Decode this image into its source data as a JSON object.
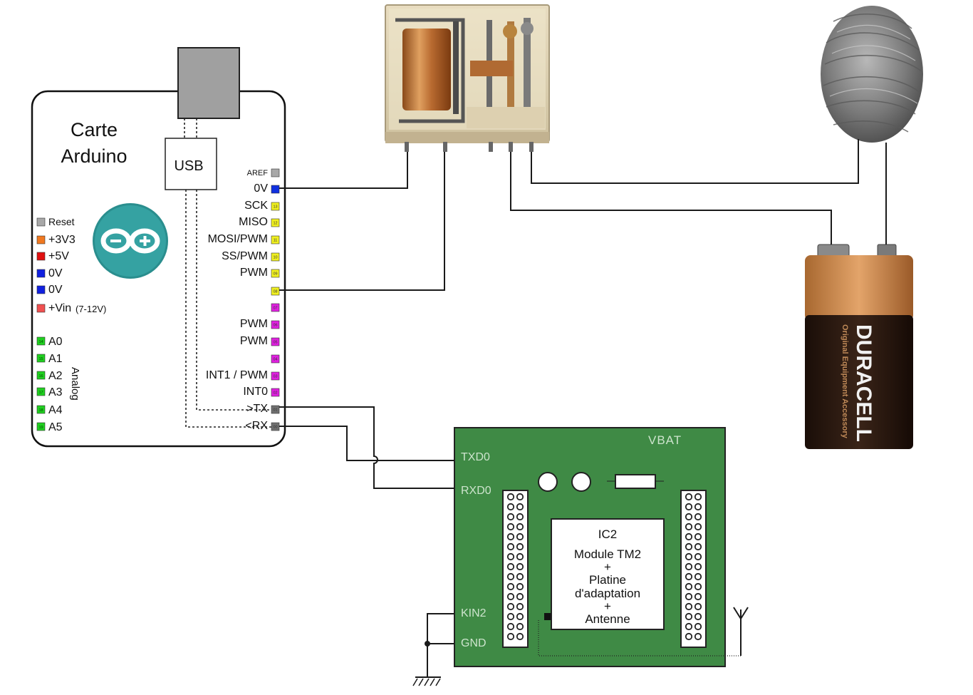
{
  "arduino": {
    "title_line1": "Carte",
    "title_line2": "Arduino",
    "usb_label": "USB",
    "analog_label": "Analog",
    "left_pins": [
      {
        "label": "Reset",
        "color": "#a8a8a8"
      },
      {
        "label": "+3V3",
        "color": "#f07820"
      },
      {
        "label": "+5V",
        "color": "#e01010"
      },
      {
        "label": "0V",
        "color": "#1020e0"
      },
      {
        "label": "0V",
        "color": "#1020e0"
      },
      {
        "label": "+Vin",
        "sub": "(7-12V)",
        "color": "#f05050"
      }
    ],
    "analog_pins": [
      {
        "num": "14",
        "label": "A0"
      },
      {
        "num": "15",
        "label": "A1"
      },
      {
        "num": "16",
        "label": "A2"
      },
      {
        "num": "17",
        "label": "A3"
      },
      {
        "num": "18",
        "label": "A4"
      },
      {
        "num": "19",
        "label": "A5"
      }
    ],
    "right_pins": [
      {
        "label": "AREF",
        "num": "",
        "color": "#a8a8a8"
      },
      {
        "label": "0V",
        "num": "",
        "color": "#1030e0"
      },
      {
        "label": "SCK",
        "num": "13",
        "color": "#f0f020"
      },
      {
        "label": "MISO",
        "num": "12",
        "color": "#f0f020"
      },
      {
        "label": "MOSI/PWM",
        "num": "11",
        "color": "#f0f020"
      },
      {
        "label": "SS/PWM",
        "num": "10",
        "color": "#f0f020"
      },
      {
        "label": "PWM",
        "num": "09",
        "color": "#f0f020"
      },
      {
        "label": "",
        "num": "08",
        "color": "#f0f020"
      },
      {
        "label": "",
        "num": "07",
        "color": "#e020e0"
      },
      {
        "label": "PWM",
        "num": "06",
        "color": "#e020e0"
      },
      {
        "label": "PWM",
        "num": "05",
        "color": "#e020e0"
      },
      {
        "label": "",
        "num": "04",
        "color": "#e020e0"
      },
      {
        "label": "INT1 / PWM",
        "num": "03",
        "color": "#e020e0"
      },
      {
        "label": "INT0",
        "num": "02",
        "color": "#e020e0"
      },
      {
        "label": ">TX",
        "num": "01",
        "color": "#707070"
      },
      {
        "label": "<RX",
        "num": "00",
        "color": "#707070"
      }
    ]
  },
  "module": {
    "vbat": "VBAT",
    "txd0": "TXD0",
    "rxd0": "RXD0",
    "kin2": "KIN2",
    "gnd": "GND",
    "ic_lines": [
      "IC2",
      "Module TM2",
      "+",
      "Platine",
      "d'adaptation",
      "+",
      "Antenne"
    ],
    "board_color": "#3f8a45"
  },
  "battery": {
    "brand": "DURACELL",
    "tagline": "Original Equipment Accessory",
    "copper_color": "#c98850",
    "black_color": "#2a1a12"
  },
  "components": {
    "relay": "relay",
    "steel_wool": "steel-wool"
  }
}
